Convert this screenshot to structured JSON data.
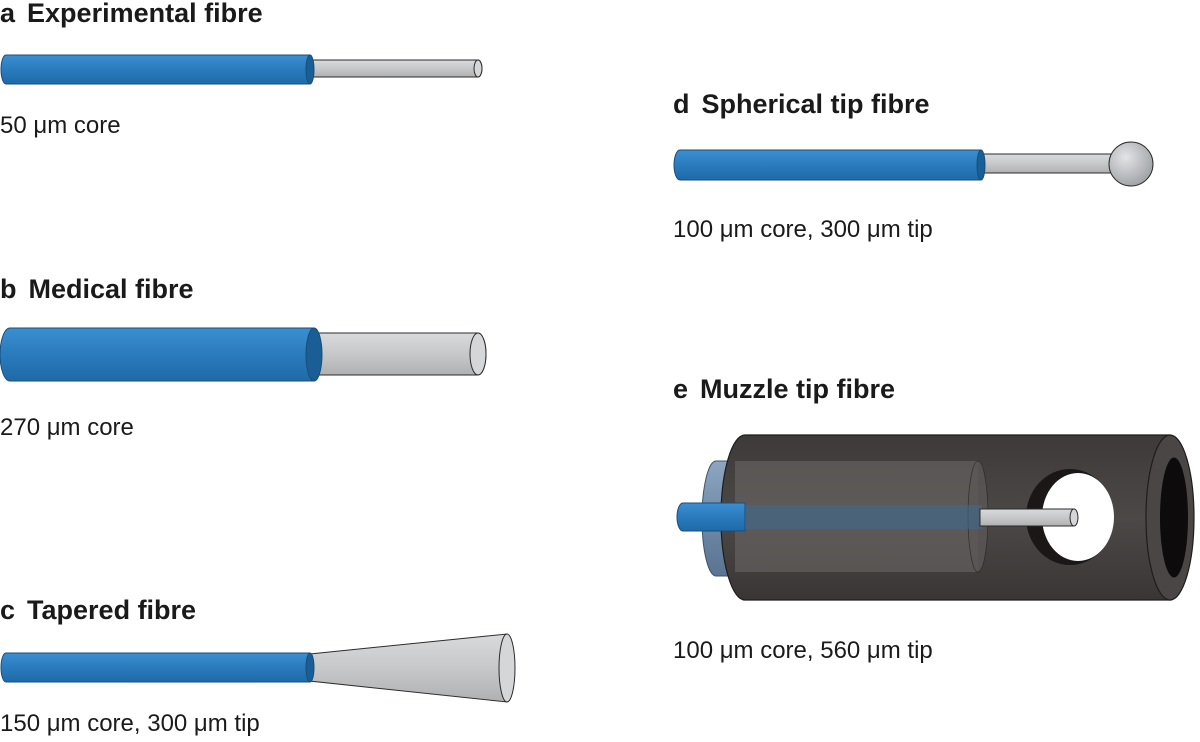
{
  "panels": {
    "a": {
      "letter": "a",
      "title": "Experimental fibre",
      "caption": "50 μm core"
    },
    "b": {
      "letter": "b",
      "title": "Medical fibre",
      "caption": "270 μm core"
    },
    "c": {
      "letter": "c",
      "title": "Tapered fibre",
      "caption": "150 μm core, 300 μm tip"
    },
    "d": {
      "letter": "d",
      "title": "Spherical tip fibre",
      "caption": "100 μm core, 300 μm tip"
    },
    "e": {
      "letter": "e",
      "title": "Muzzle tip fibre",
      "caption": "100 μm core, 560 μm tip"
    }
  },
  "colors": {
    "jacket_blue": "#2a7bbd",
    "jacket_blue_dark": "#1a5e96",
    "core_grey": "#c9cbcd",
    "muzzle_body": "#4a4645",
    "outline": "#2b2b2b"
  }
}
